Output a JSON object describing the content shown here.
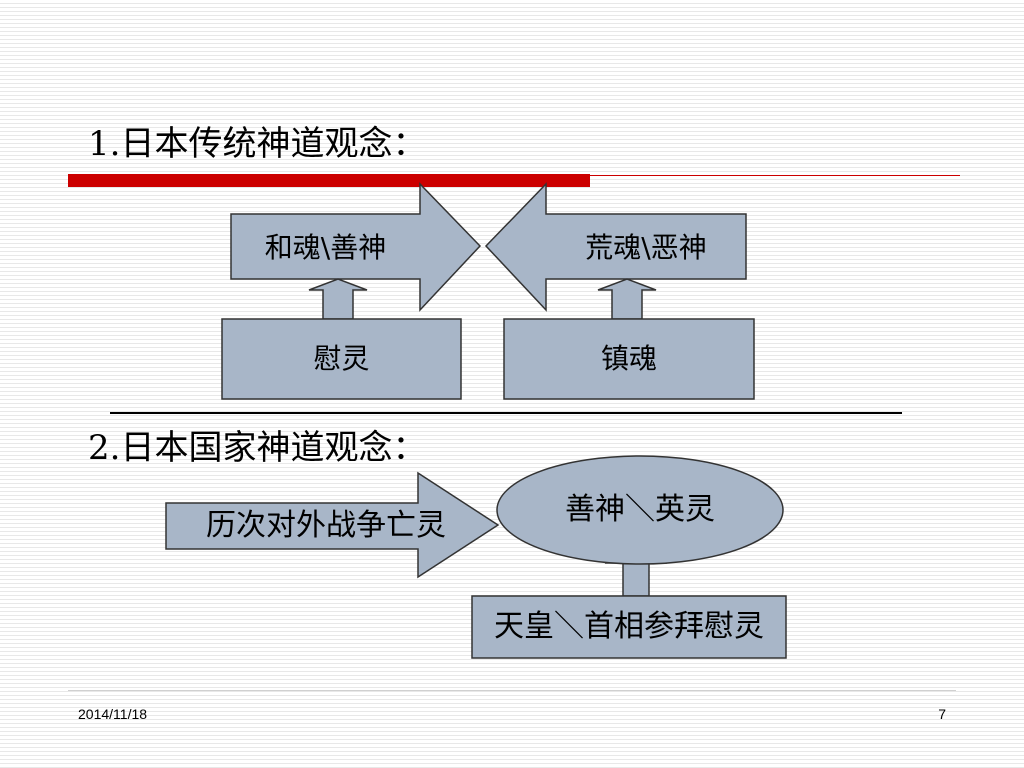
{
  "slide": {
    "section1": {
      "heading": "1.日本传统神道观念：",
      "arrow_left": "和魂\\善神",
      "arrow_right": "荒魂\\恶神",
      "box_left": "慰灵",
      "box_right": "镇魂"
    },
    "section2": {
      "heading": "2.日本国家神道观念：",
      "arrow": "历次对外战争亡灵",
      "ellipse": "善神＼英灵",
      "box": "天皇＼首相参拜慰灵"
    },
    "footer": {
      "date": "2014/11/18",
      "page": "7"
    }
  },
  "colors": {
    "shape_fill": "#a8b6c8",
    "shape_stroke": "#333333",
    "accent_red": "#cc0000"
  }
}
